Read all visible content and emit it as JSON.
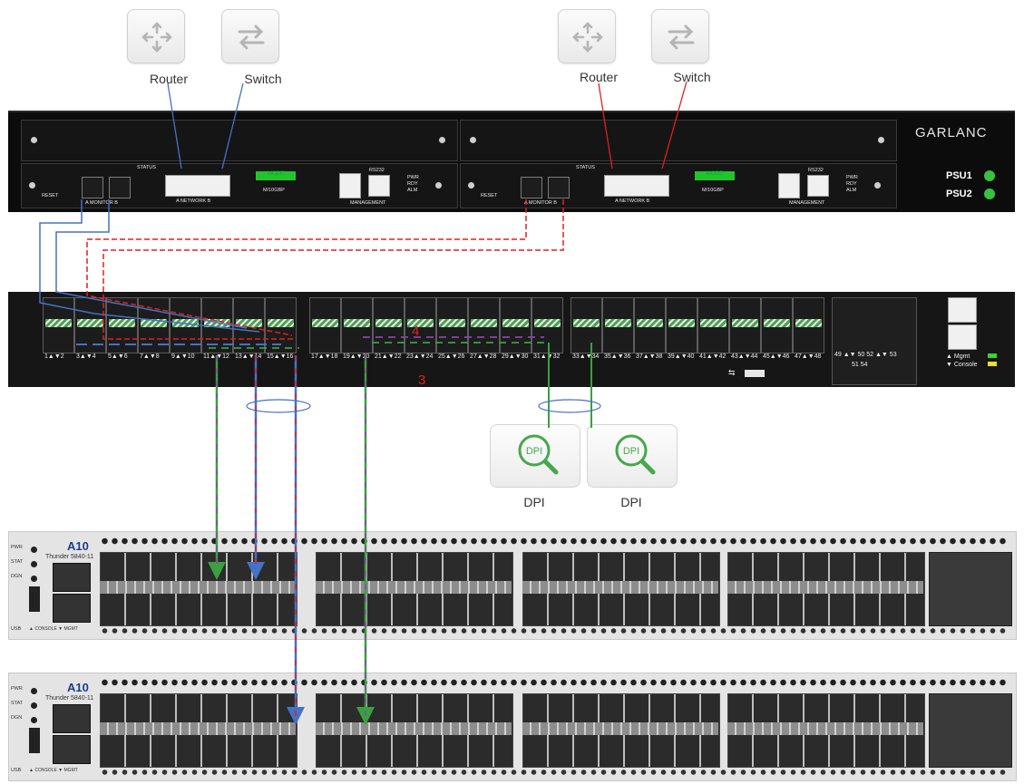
{
  "top_devices": {
    "left": {
      "router_label": "Router",
      "switch_label": "Switch"
    },
    "right": {
      "router_label": "Router",
      "switch_label": "Switch"
    }
  },
  "tap_chassis": {
    "brand": "GARLANC",
    "psu1": "PSU1",
    "psu2": "PSU2",
    "blade_labels": {
      "reset": "RESET",
      "monitor": "A  MONITOR  B",
      "status": "STATUS",
      "network": "A    NETWORK    B",
      "mode": "MODE",
      "speed": "M/10GBP",
      "rs232": "RS232",
      "management": "MANAGEMENT",
      "pwr": "PWR",
      "rdy": "RDY",
      "alm": "ALM"
    }
  },
  "packet_broker": {
    "port_labels": [
      "1▲▼2",
      "3▲▼4",
      "5▲▼6",
      "7▲▼8",
      "9▲▼10",
      "11▲▼12",
      "13▲▼14",
      "15▲▼16",
      "17▲▼18",
      "19▲▼20",
      "21▲▼22",
      "23▲▼24",
      "25▲▼26",
      "27▲▼28",
      "29▲▼30",
      "31▲▼32",
      "33▲▼34",
      "35▲▼36",
      "37▲▼38",
      "39▲▼40",
      "41▲▼42",
      "43▲▼44",
      "45▲▼46",
      "47▲▼48"
    ],
    "upper_port_labels": "49 ▲▼ 50    52 ▲▼ 53",
    "lower_port_labels": "51   54",
    "mgmt_label": "▲ Mgmt",
    "console_label": "▼ Console",
    "marker_4": "4",
    "marker_3": "3"
  },
  "dpi": {
    "left_label": "DPI",
    "right_label": "DPI",
    "icon_text": "DPI"
  },
  "a10_devices": [
    {
      "brand": "A10",
      "model": "Thunder 5840-11",
      "pwr": "PWR",
      "stat": "STAT",
      "dgn": "DGN",
      "usb": "USB",
      "console": "▲ CONSOLE  ▼ MGMT"
    },
    {
      "brand": "A10",
      "model": "Thunder 5840-11",
      "pwr": "PWR",
      "stat": "STAT",
      "dgn": "DGN",
      "usb": "USB",
      "console": "▲ CONSOLE  ▼ MGMT"
    }
  ],
  "colors": {
    "blue_link": "#4472c4",
    "red_link": "#e02020",
    "green_link": "#3aa040",
    "purple_link": "#8e44ad"
  }
}
